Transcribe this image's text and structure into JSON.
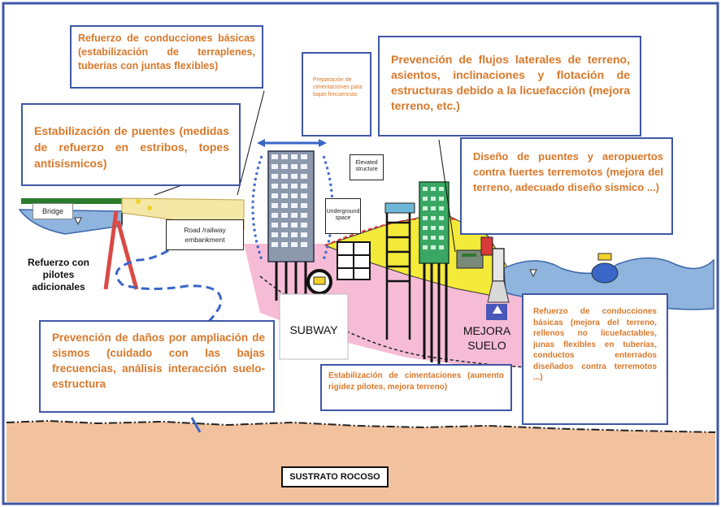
{
  "boxes": {
    "top_center": "Refuerzo de conducciones básicas (estabilización de terraplenes, tuberías con juntas flexibles)",
    "preparation": "Preparación de cimentaciones para bajas frecuencias",
    "top_right": "Prevención de flujos laterales de terreno, asientos, inclinaciones y flotación de estructuras debido a la licuefacción (mejora terreno, etc.)",
    "bridges": "Estabilización de puentes (medidas de refuerzo en estribos, topes antisísmicos)",
    "airports": "Diseño de puentes y aeropuertos contra fuertes terremotos (mejora del terreno, adecuado diseño sísmico ...)",
    "damage": "Prevención de daños por ampliación de sismos (cuidado con las bajas frecuencias, análisis interacción suelo-estructura",
    "foundations": "Estabilización de cimentaciones (aumento rigidez pilotes, mejora terreno)",
    "conduits": "Refuerzo de conducciones básicas (mejora del terreno, rellenos no licuefactables, junas flexibles en tuberías, conductos enterrados diseñados contra terremotos ...)"
  },
  "labels": {
    "bridge": "Bridge",
    "road": "Road /railway embankment",
    "piles": "Refuerzo con pilotes adicionales",
    "subway": "SUBWAY",
    "soil": "MEJORA SUELO",
    "bedrock": "SUSTRATO ROCOSO",
    "elevated": "Elevated structure",
    "underground": "Underground space"
  },
  "colors": {
    "frame": "#3f57a5",
    "box_text": "#d9782a",
    "water": "#8fb4de",
    "bedrock": "#f2c29e",
    "soft_soil": "#f6bcd6",
    "fill_soil": "#f4ea3a",
    "road": "#f5e7a6",
    "pile": "#d94a45",
    "bridge_deck": "#2c7a2c"
  }
}
